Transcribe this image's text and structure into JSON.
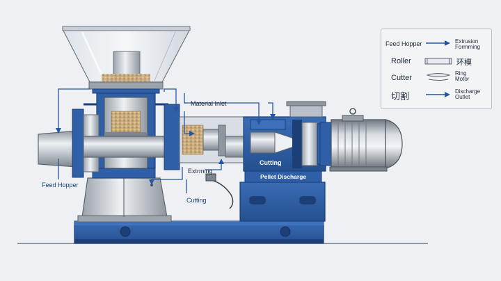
{
  "labels": {
    "feed_hopper": "Feed Hopper",
    "material_inlet": "Material Inlet",
    "extruming": "Extrming",
    "cutting_bottom": "Cutting",
    "cutting_panel": "Cutting",
    "pellet_discharge": "Pellet Discharge"
  },
  "legend": {
    "rows": [
      {
        "left": "Feed Hopper",
        "right_line1": "Extrusion",
        "right_line2": "Formming",
        "symbol": "arrow-right-icon"
      },
      {
        "left": "Roller",
        "right_line1": "环模",
        "right_line2": "",
        "symbol": "roller-bar-icon"
      },
      {
        "left": "Cutter",
        "right_line1": "Ring",
        "right_line2": "Motor",
        "symbol": "cutter-blade-icon"
      },
      {
        "left": "切割",
        "right_line1": "Discharge",
        "right_line2": "Outlet",
        "symbol": "arrow-right-icon"
      }
    ]
  },
  "colors": {
    "machine_blue": "#2f5fa6",
    "dark_blue": "#1d3f78",
    "steel": "#b9c0c8",
    "background": "#eef0f3",
    "arrow_blue": "#2556a0"
  }
}
